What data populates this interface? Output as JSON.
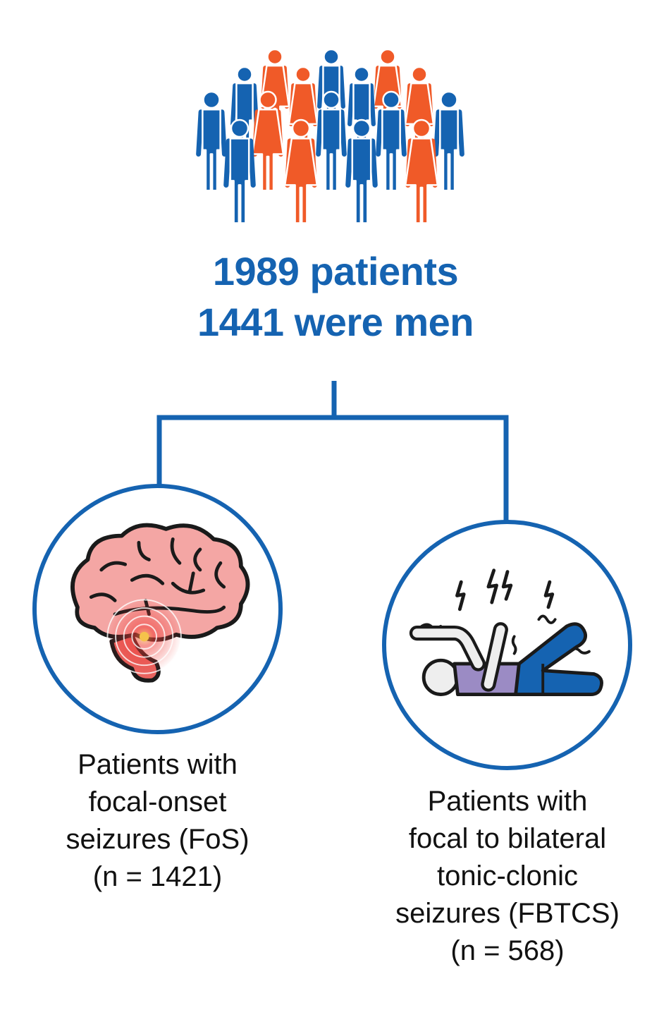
{
  "colors": {
    "blue": "#1563b1",
    "orange": "#f05a28",
    "brain": "#f4a6a4",
    "purple": "#9b8bc4"
  },
  "headline": {
    "line1": "1989 patients",
    "line2": "1441 were men"
  },
  "icons": {
    "crowd": "people-crowd-icon",
    "left": "brain-icon",
    "right": "seizure-person-icon"
  },
  "groups": [
    {
      "lines": [
        "Patients with",
        "focal-onset",
        "seizures (FoS)",
        "(n =  1421)"
      ]
    },
    {
      "lines": [
        "Patients with",
        "focal to bilateral",
        "tonic-clonic",
        "seizures (FBTCS)",
        "(n = 568)"
      ]
    }
  ]
}
